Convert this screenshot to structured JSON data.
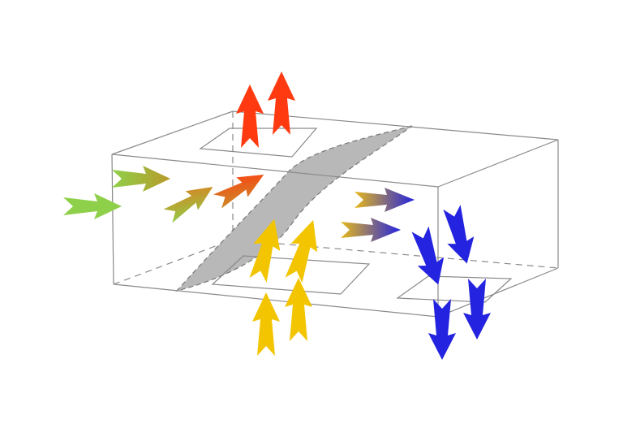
{
  "colors": {
    "inlet_feed": "#8fd04a",
    "outlet_top": "#ff3a10",
    "inlet_bottom": "#f2c500",
    "outlet_bottom": "#2323e0",
    "edge": "#8a8a8a",
    "membrane": "#b8b8b8"
  },
  "flows": [
    {
      "name": "feed-inflow-arrow",
      "color": "inlet_feed",
      "count": 2
    },
    {
      "name": "feed-to-permeate-arrow",
      "color": "gradient green-orange-red",
      "count": 3
    },
    {
      "name": "permeate-outflow-arrow-top",
      "color": "outlet_top",
      "count": 2
    },
    {
      "name": "sweep-inflow-arrow-bottom",
      "color": "inlet_bottom",
      "count": 4
    },
    {
      "name": "sweep-to-retentate-arrow",
      "color": "gradient yellow-blue",
      "count": 2
    },
    {
      "name": "retentate-outflow-arrow",
      "color": "outlet_bottom",
      "count": 4
    }
  ]
}
